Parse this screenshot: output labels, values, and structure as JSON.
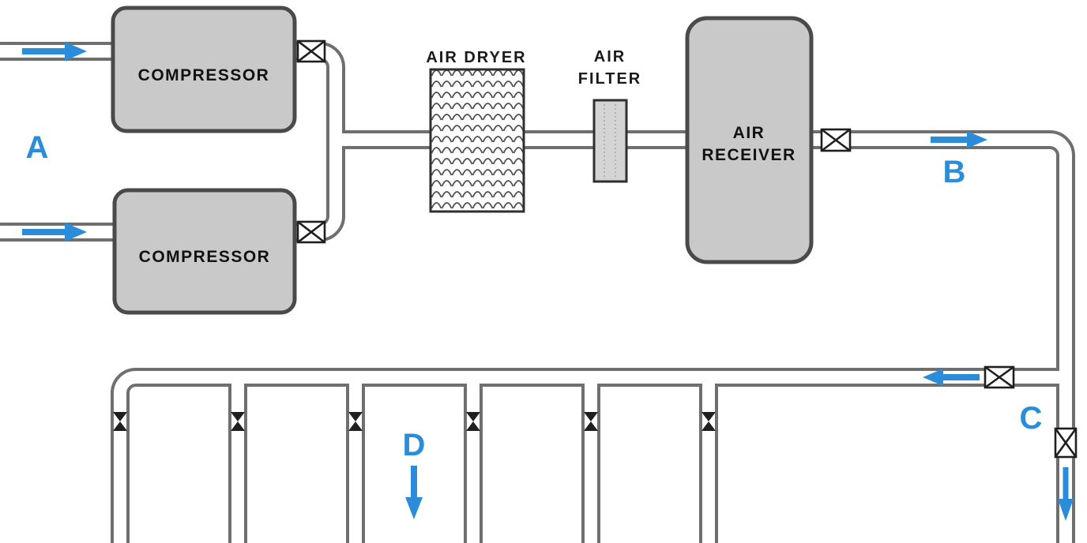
{
  "diagram": {
    "type": "compressed-air-system-piping-diagram",
    "labels": {
      "compressor_top": "COMPRESSOR",
      "compressor_bottom": "COMPRESSOR",
      "air_dryer": "AIR DRYER",
      "air_filter": {
        "line1": "AIR",
        "line2": "FILTER"
      },
      "air_receiver": {
        "line1": "AIR",
        "line2": "RECEIVER"
      }
    },
    "flow_points": {
      "a": "A",
      "b": "B",
      "c": "C",
      "d": "D"
    },
    "counts": {
      "compressors": 2,
      "drop_legs": 6,
      "drop_valves": 6,
      "line_valves": 5
    },
    "colors": {
      "flow_arrow_blue": "#2b8dd9",
      "pipe_wall_gray": "#6f6f6f",
      "equipment_fill_gray": "#c9c9c9",
      "equipment_border_gray": "#4a4a4a",
      "valve_black": "#1f1f1f",
      "background": "#ffffff"
    }
  }
}
